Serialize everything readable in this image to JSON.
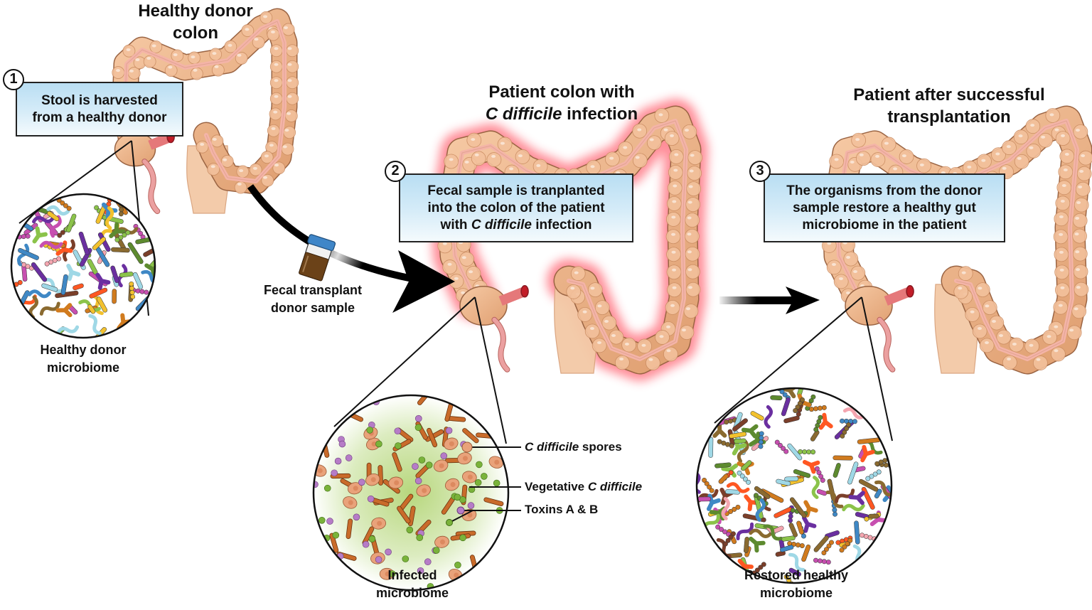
{
  "colors": {
    "colon_fill": "#eeb68c",
    "colon_stroke": "#9a6443",
    "colon_band": "#f4b4a8",
    "infection_glow": "#ff3344",
    "appendix": "#e5787a",
    "box_top": "#b9def3",
    "box_bottom": "#f4fafd",
    "infected_bg": "#b7d77d",
    "rod_orange": "#c96b2a",
    "spore": "#e9a27a",
    "toxin_purple": "#b67cc7",
    "toxin_green": "#7ab33a"
  },
  "titles": {
    "donor_line1": "Healthy donor",
    "donor_line2": "colon",
    "patient_line1": "Patient colon with",
    "patient_line2_italic": "C difficile",
    "patient_line2_rest": " infection",
    "after_line1": "Patient after successful",
    "after_line2": "transplantation"
  },
  "steps": [
    {
      "number": "1",
      "line1": "Stool is harvested",
      "line2": "from a healthy donor"
    },
    {
      "number": "2",
      "line1": "Fecal sample is tranplanted",
      "line2": "into the colon of the patient",
      "line3_prefix": "with ",
      "line3_italic": "C difficile",
      "line3_suffix": " infection"
    },
    {
      "number": "3",
      "line1": "The organisms from the donor",
      "line2": "sample restore a healthy gut",
      "line3": "microbiome in the patient"
    }
  ],
  "labels": {
    "donor_sample_line1": "Fecal transplant",
    "donor_sample_line2": "donor sample",
    "healthy_micro_line1": "Healthy donor",
    "healthy_micro_line2": "microbiome",
    "infected_micro_line1": "Infected",
    "infected_micro_line2": "microbiome",
    "restored_micro_line1": "Restored healthy",
    "restored_micro_line2": "microbiome"
  },
  "legend": {
    "spores_italic": "C difficile",
    "spores_rest": " spores",
    "vegetative_prefix": "Vegetative ",
    "vegetative_italic": "C difficile",
    "toxins": "Toxins A & B"
  },
  "microbe_palette": [
    "#8bc34a",
    "#ff5722",
    "#3f88c5",
    "#5d8a2f",
    "#f4a6b0",
    "#6a2fa0",
    "#d17b1e",
    "#8a6a30",
    "#c74fb0",
    "#f2c12e",
    "#7b3f2a",
    "#9fd8e6"
  ]
}
